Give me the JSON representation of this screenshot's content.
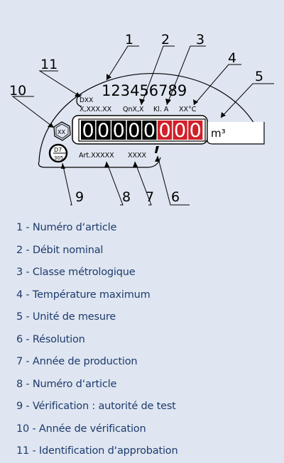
{
  "diagram": {
    "callouts": [
      "1",
      "2",
      "3",
      "4",
      "5",
      "6",
      "7",
      "8",
      "9",
      "10",
      "11"
    ],
    "serial_number": "123456789",
    "nominal_flow": "QnX,X",
    "metrological_class": "Kl. A",
    "max_temperature": "XX°C",
    "unit": "m³",
    "counter_black": "00000",
    "counter_red": "000",
    "article_number": "Art.XXXXX",
    "production_year": "XXXX",
    "approval_code_1": "DXX",
    "approval_code_2": "X,XXX.XX",
    "verification_year": "XX",
    "test_authority_top": "D7",
    "test_authority_bottom": "305"
  },
  "legend": [
    "1 - Numéro d‘article",
    "2 - Débit nominal",
    "3 - Classe métrologique",
    "4 - Température maximum",
    "5 - Unité de mesure",
    "6 - Résolution",
    "7 - Année de production",
    "8 - Numéro d‘article",
    "9 - Vérification : autorité de test",
    "10 - Année de vérification",
    "11 - Identification d‘approbation"
  ],
  "colors": {
    "background": "#dfe6f1",
    "legend_text": "#1e3a6d",
    "red_digits": "#d0202a"
  }
}
